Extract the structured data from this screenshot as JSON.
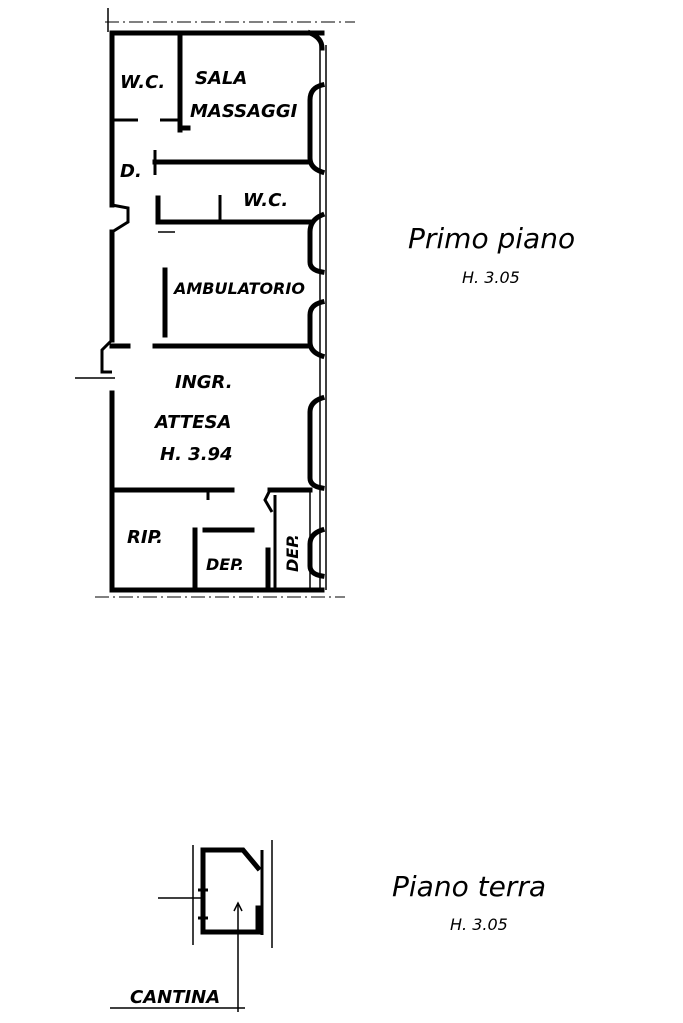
{
  "first_floor": {
    "title": "Primo   piano",
    "height": "H. 3.05",
    "rooms": {
      "wc_top": "W.C.",
      "sala": "SALA",
      "massaggi": "MASSAGGI",
      "disimpegno": "D.",
      "wc_mid": "W.C.",
      "ambulatorio": "AMBULATORIO",
      "ingr": "INGR.",
      "attesa": "ATTESA",
      "attesa_height": "H. 3.94",
      "rip": "RIP.",
      "dep1": "DEP.",
      "dep2": "DEP."
    }
  },
  "ground_floor": {
    "title": "Piano   terra",
    "height": "H. 3.05",
    "cantina": "CANTINA"
  },
  "colors": {
    "ink": "#000000",
    "paper": "#ffffff"
  }
}
